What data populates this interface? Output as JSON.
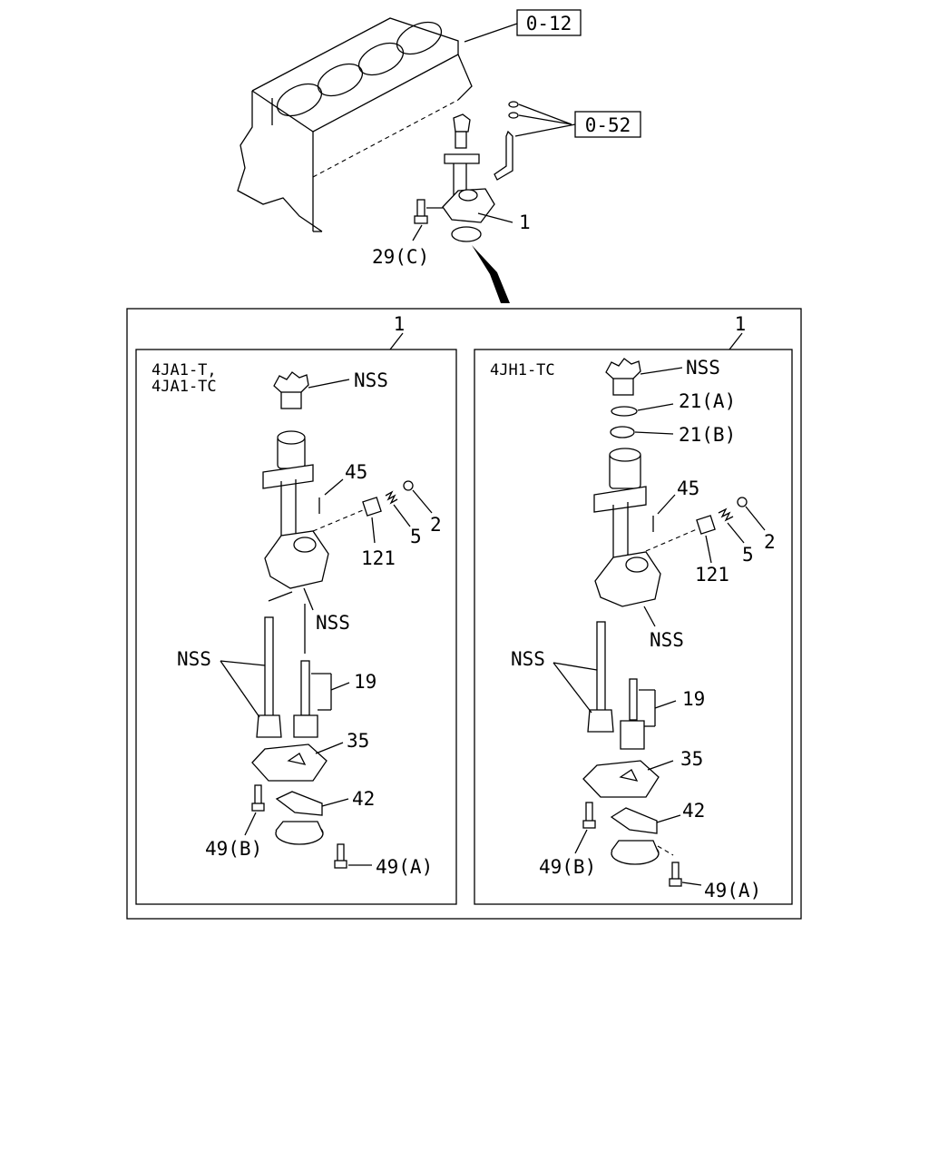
{
  "refs": {
    "block_ref": "0-12",
    "oil_pipe_ref": "0-52"
  },
  "overview": {
    "oil_pump_callout": "1",
    "bolt_callout": "29(C)"
  },
  "left_panel": {
    "group_callout": "1",
    "engine_line1": "4JA1-T,",
    "engine_line2": "4JA1-TC",
    "labels": {
      "gear_top": "NSS",
      "pin": "45",
      "relief_valve": "121",
      "spring": "5",
      "plug": "2",
      "body": "NSS",
      "shaft_gear": "NSS",
      "gear_set": "19",
      "cover": "35",
      "strainer": "42",
      "bolt_b": "49(B)",
      "bolt_a": "49(A)"
    }
  },
  "right_panel": {
    "group_callout": "1",
    "engine_line1": "4JH1-TC",
    "labels": {
      "gear_top": "NSS",
      "oring_a": "21(A)",
      "oring_b": "21(B)",
      "pin": "45",
      "relief_valve": "121",
      "spring": "5",
      "plug": "2",
      "body": "NSS",
      "shaft_gear": "NSS",
      "gear_set": "19",
      "cover": "35",
      "strainer": "42",
      "bolt_b": "49(B)",
      "bolt_a": "49(A)"
    }
  }
}
